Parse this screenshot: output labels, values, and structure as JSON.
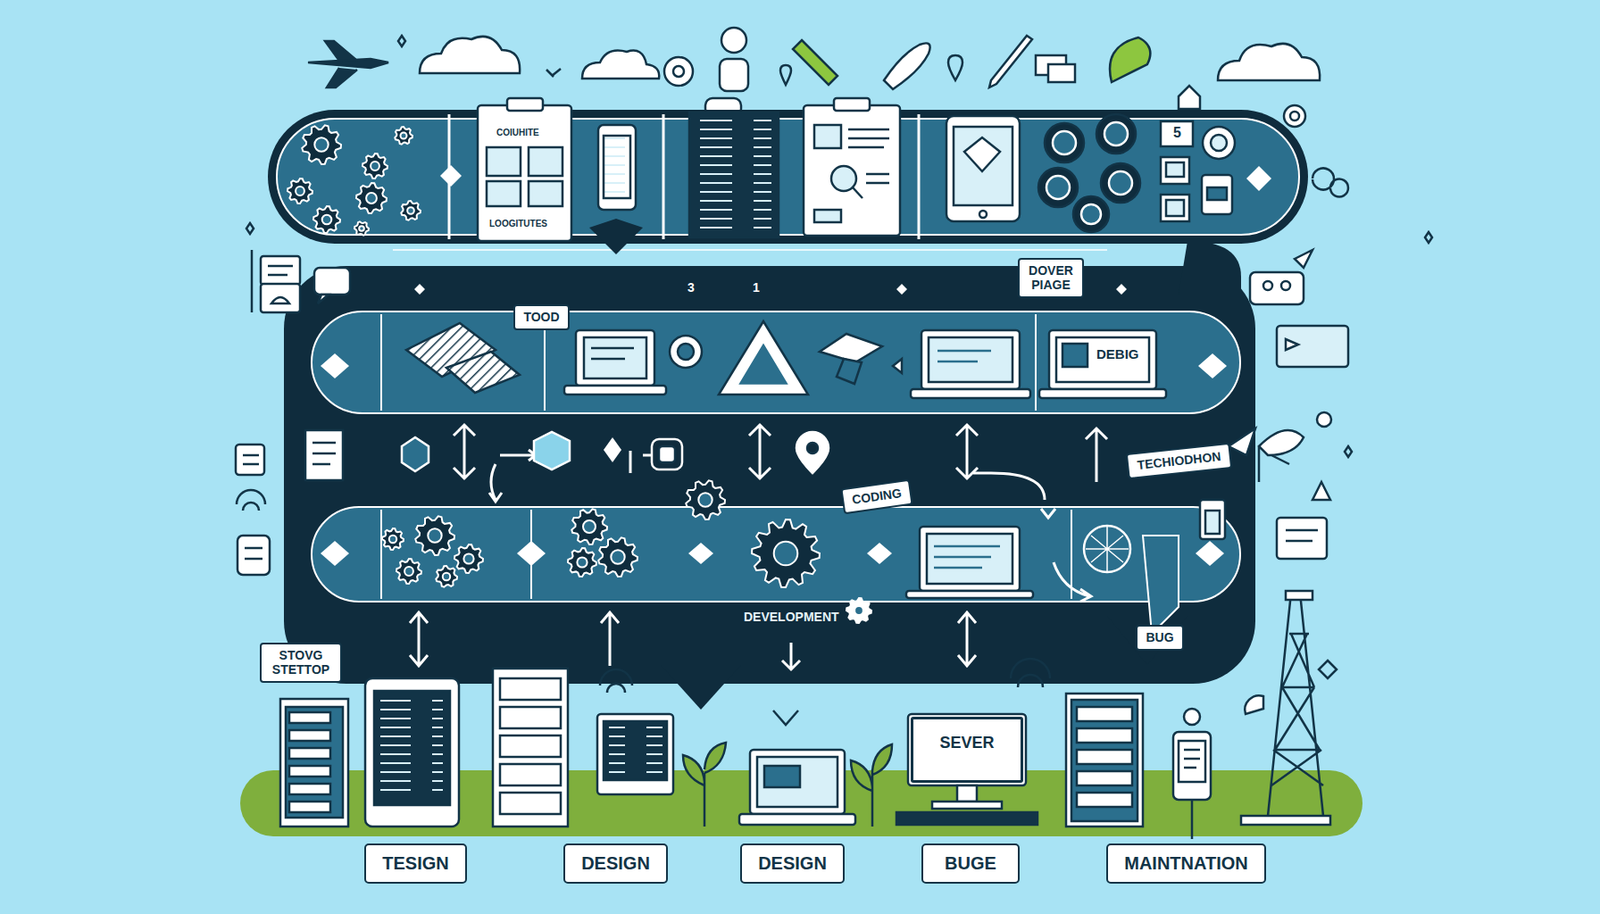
{
  "diagram": {
    "nodes": [
      {
        "text": [
          "DOVER PIAGE"
        ]
      },
      {
        "text": [
          "TOOD"
        ]
      },
      {
        "text": [
          "TECHIODHON"
        ]
      },
      {
        "text": [
          "CODING"
        ]
      },
      {
        "text": [
          "BUG"
        ]
      },
      {
        "text": [
          "STOVG STETTOP"
        ]
      },
      {
        "text": [
          "SEVER"
        ]
      },
      {
        "text": [
          "TESIGN"
        ]
      },
      {
        "text": [
          "DESIGN"
        ]
      },
      {
        "text": [
          "DESIGN"
        ]
      },
      {
        "text": [
          "BUGE"
        ]
      },
      {
        "text": [
          "MAINTNATION"
        ]
      }
    ],
    "labels": [
      "COIUHITE",
      "LOOGITUTES",
      "5",
      "3",
      "1",
      "DEBIG",
      "DEVELOPMENT"
    ]
  }
}
